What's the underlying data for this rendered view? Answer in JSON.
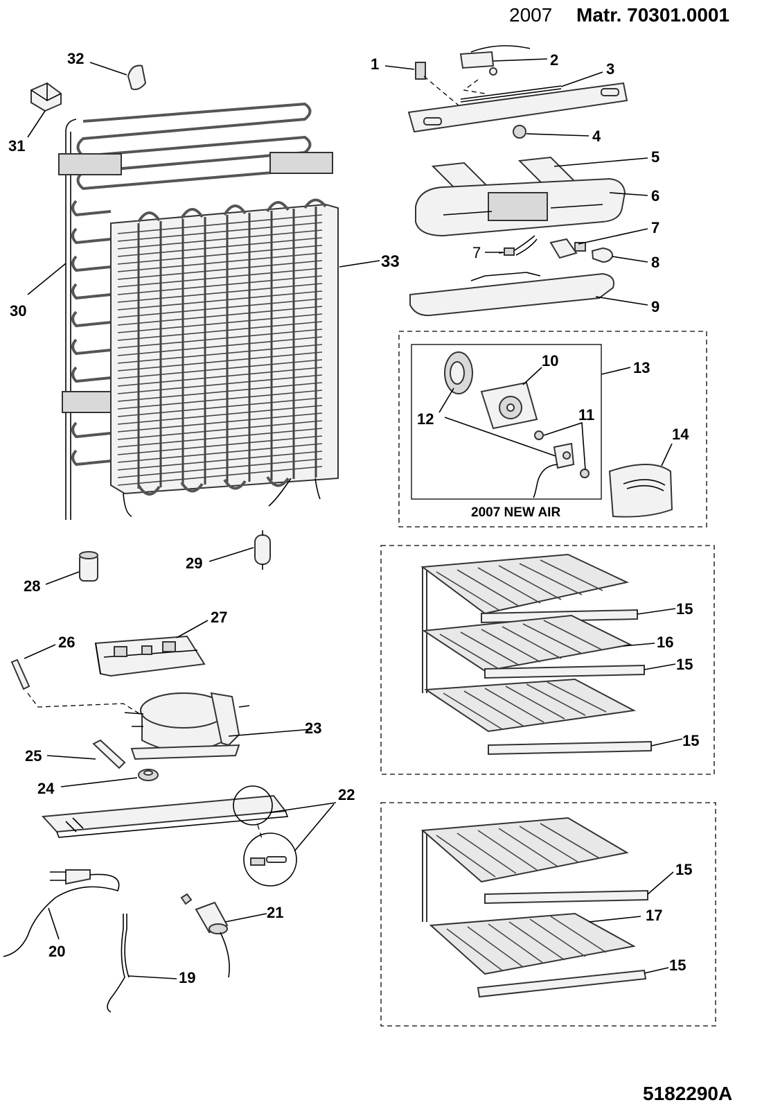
{
  "header": {
    "year": "2007",
    "matr": "Matr. 70301.0001",
    "reference": "5182290A"
  },
  "inset_caption": "2007 NEW AIR",
  "labels": {
    "l1": "1",
    "l2": "2",
    "l3": "3",
    "l4": "4",
    "l5": "5",
    "l6": "6",
    "l7a": "7",
    "l7b": "7",
    "l8": "8",
    "l9": "9",
    "l10": "10",
    "l11": "11",
    "l12": "12",
    "l13": "13",
    "l14": "14",
    "l15a": "15",
    "l15b": "15",
    "l15c": "15",
    "l15d": "15",
    "l15e": "15",
    "l16": "16",
    "l17": "17",
    "l19": "19",
    "l20": "20",
    "l21": "21",
    "l22": "22",
    "l23": "23",
    "l24": "24",
    "l25": "25",
    "l26": "26",
    "l27": "27",
    "l28": "28",
    "l29": "29",
    "l30": "30",
    "l31": "31",
    "l32": "32",
    "l33": "33"
  }
}
